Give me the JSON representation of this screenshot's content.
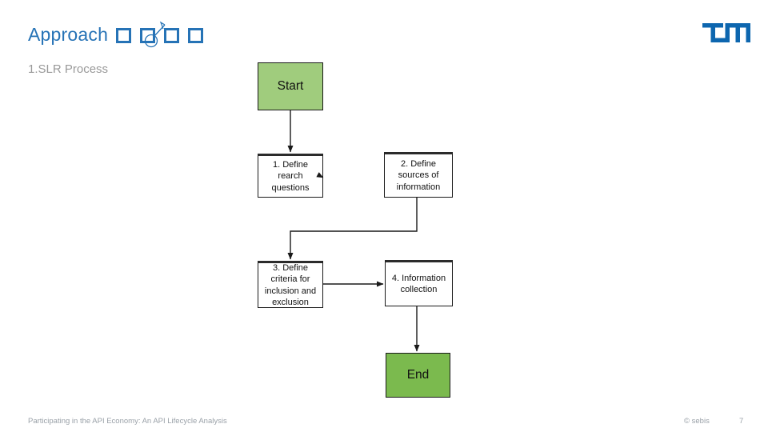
{
  "slide": {
    "title": "Approach",
    "subtitle": "1.SLR Process",
    "logo_name": "TUM",
    "footer": {
      "left": "Participating in the API Economy: An API Lifecycle Analysis",
      "copyright": "© sebis",
      "page_number": "7"
    }
  },
  "flowchart": {
    "nodes": [
      {
        "id": "start",
        "label": "Start",
        "kind": "start"
      },
      {
        "id": "step1",
        "label": "1. Define rearch questions",
        "kind": "process"
      },
      {
        "id": "step2",
        "label": "2. Define sources of information",
        "kind": "process"
      },
      {
        "id": "step3",
        "label": "3. Define criteria for inclusion and exclusion",
        "kind": "process"
      },
      {
        "id": "step4",
        "label": "4. Information collection",
        "kind": "process"
      },
      {
        "id": "end",
        "label": "End",
        "kind": "end"
      }
    ],
    "edges": [
      {
        "from": "start",
        "to": "step1"
      },
      {
        "from": "step1",
        "to": "step2"
      },
      {
        "from": "step2",
        "to": "step3"
      },
      {
        "from": "step3",
        "to": "step4"
      },
      {
        "from": "step4",
        "to": "end"
      }
    ]
  },
  "colors": {
    "title_blue": "#2673B6",
    "tum_logo_blue": "#0D66AF",
    "subtitle_gray": "#999999",
    "footer_gray": "#9AA1A8",
    "start_green": "#A0CC7D",
    "end_green": "#7BBA4E",
    "node_border": "#1A1A1A"
  }
}
